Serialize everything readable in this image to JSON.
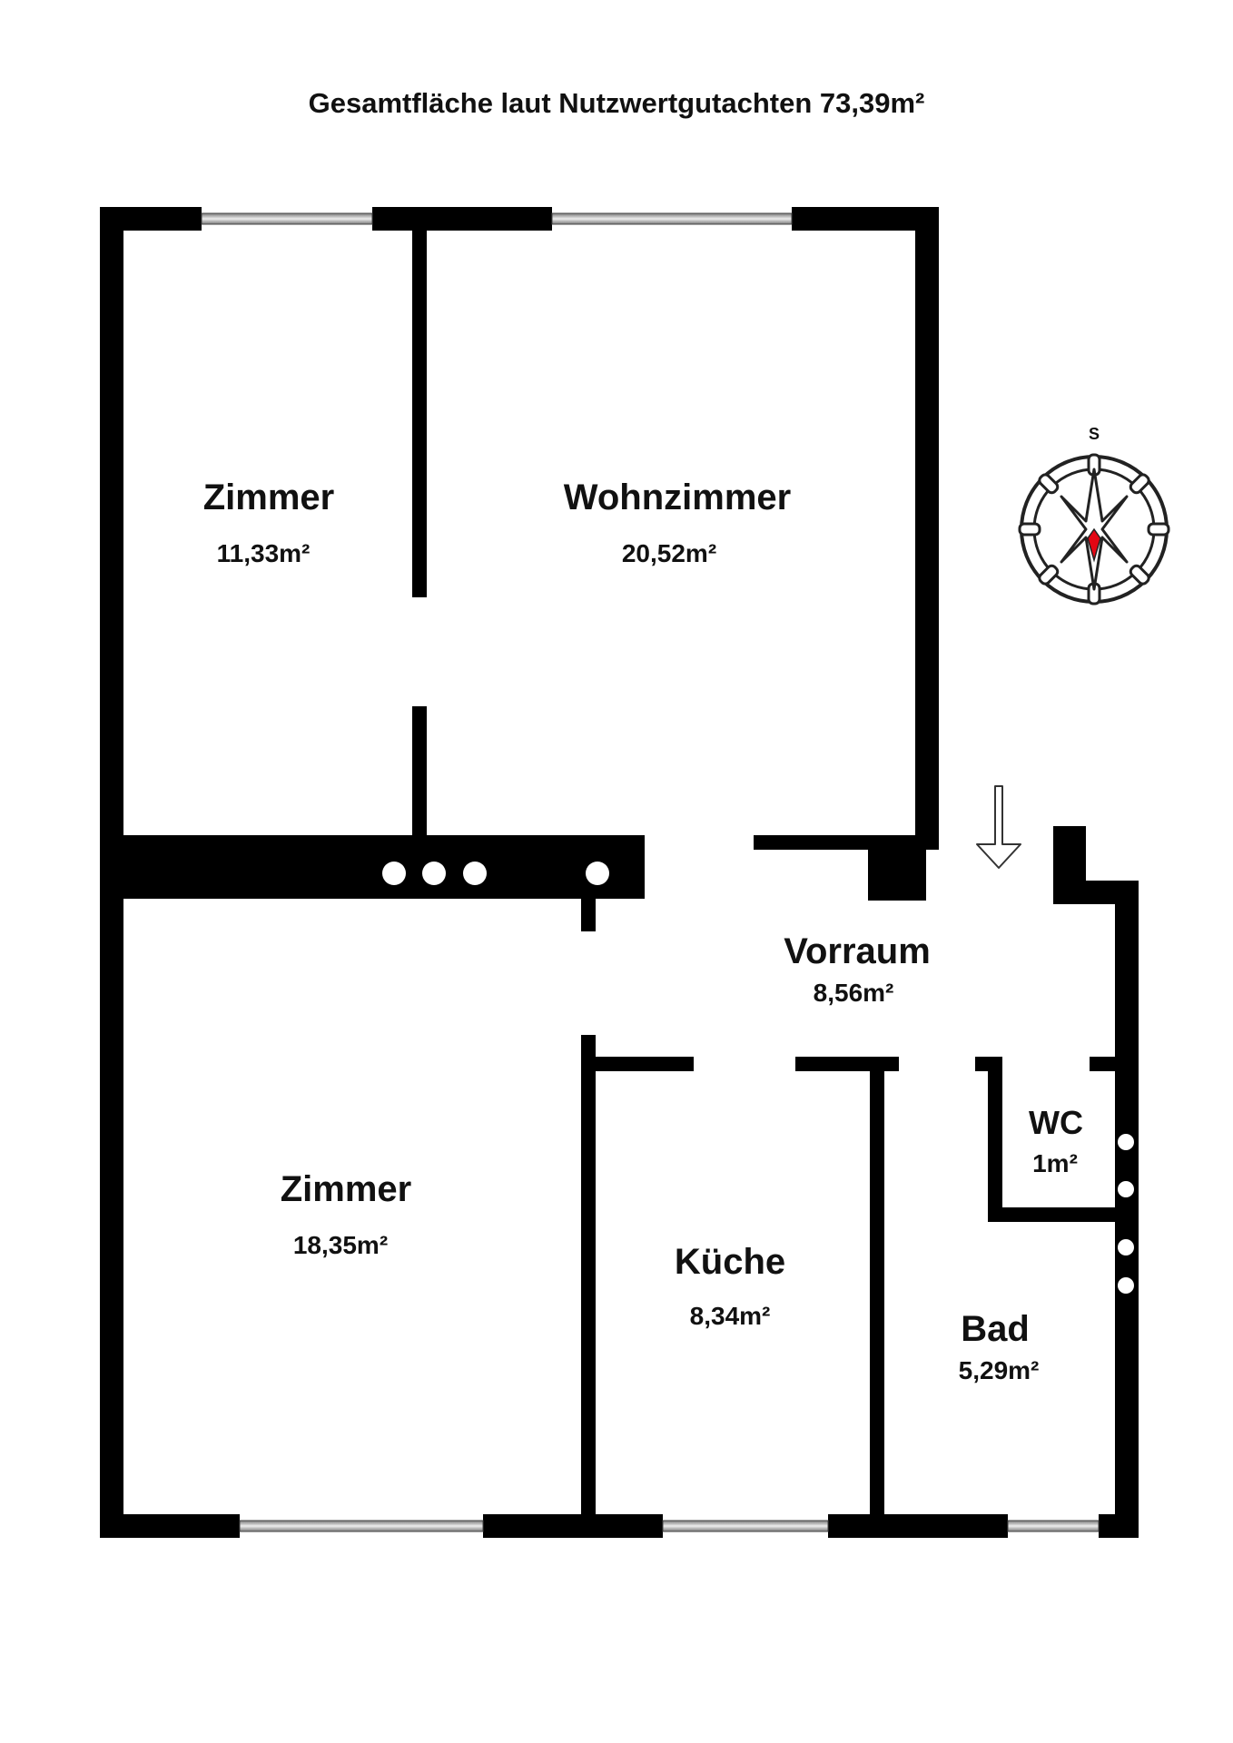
{
  "title": "Gesamtfläche laut Nutzwertgutachten 73,39m²",
  "compass": {
    "label": "S",
    "needle_color": "#e30613"
  },
  "rooms": [
    {
      "name": "Zimmer",
      "area": "11,33m²"
    },
    {
      "name": "Wohnzimmer",
      "area": "20,52m²"
    },
    {
      "name": "Vorraum",
      "area": "8,56m²"
    },
    {
      "name": "WC",
      "area": "1m²"
    },
    {
      "name": "Zimmer",
      "area": "18,35m²"
    },
    {
      "name": "Küche",
      "area": "8,34m²"
    },
    {
      "name": "Bad",
      "area": "5,29m²"
    }
  ],
  "entrance_icon": "arrow-down-icon",
  "colors": {
    "wall": "#000000",
    "background": "#ffffff"
  }
}
